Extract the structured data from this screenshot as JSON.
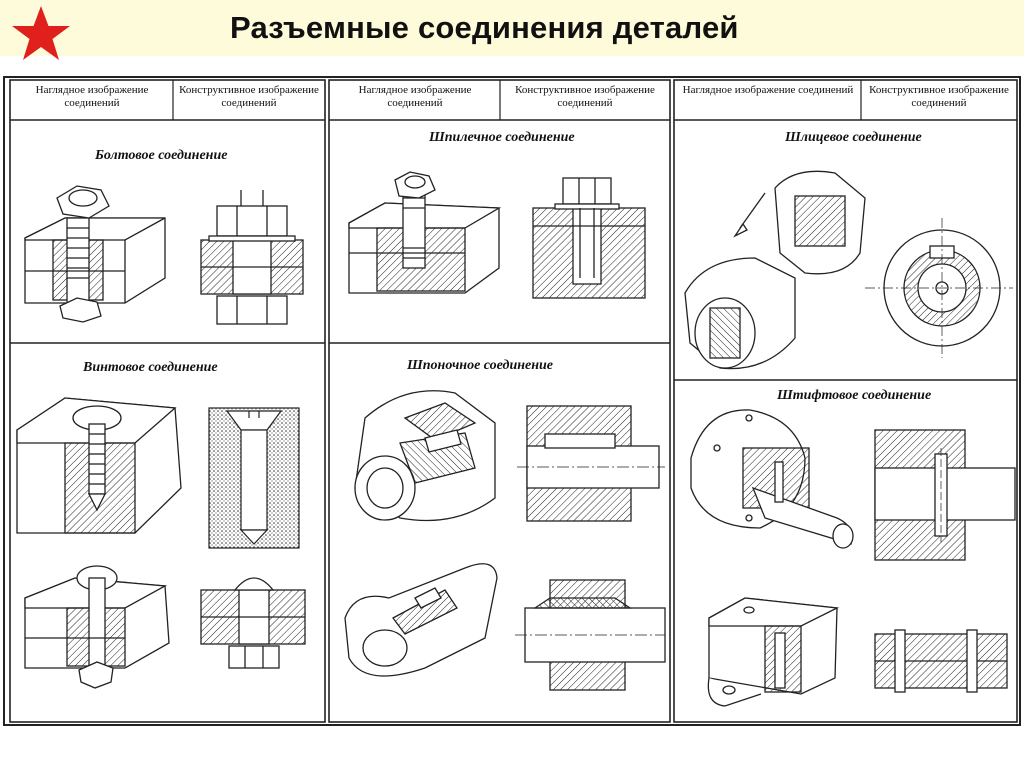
{
  "slide": {
    "title": "Разъемные соединения деталей",
    "accent_star_color": "#e0201d",
    "title_band_color": "#fdfbd9"
  },
  "columns": [
    {
      "header_left": "Наглядное изображение соединений",
      "header_right": "Конструктивное изображение соединений"
    },
    {
      "header_left": "Наглядное изображение соединений",
      "header_right": "Конструктивное изображение соединений"
    },
    {
      "header_left": "Наглядное изображение соединений",
      "header_right": "Конструктивное изображение соединений"
    }
  ],
  "sections": {
    "bolt": "Болтовое соединение",
    "screw": "Винтовое соединение",
    "stud": "Шпилечное соединение",
    "key": "Шпоночное соединение",
    "spline": "Шлицевое соединение",
    "pin": "Штифтовое соединение"
  }
}
